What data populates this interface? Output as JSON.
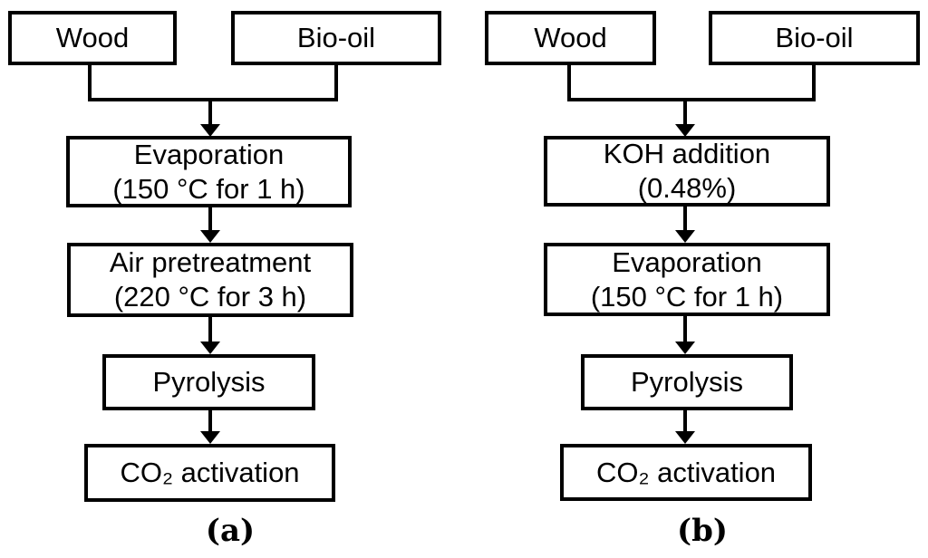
{
  "figure": {
    "type": "flowchart",
    "background_color": "#ffffff",
    "line_color": "#000000",
    "panels": [
      {
        "id": "a",
        "label": "(a)",
        "sources": [
          "Wood",
          "Bio-oil"
        ],
        "steps": [
          "Evaporation\n(150 °C for 1 h)",
          "Air pretreatment\n(220 °C for 3 h)",
          "Pyrolysis",
          "CO₂ activation"
        ]
      },
      {
        "id": "b",
        "label": "(b)",
        "sources": [
          "Wood",
          "Bio-oil"
        ],
        "steps": [
          "KOH addition\n(0.48%)",
          "Evaporation\n(150 °C for 1 h)",
          "Pyrolysis",
          "CO₂ activation"
        ]
      }
    ]
  }
}
